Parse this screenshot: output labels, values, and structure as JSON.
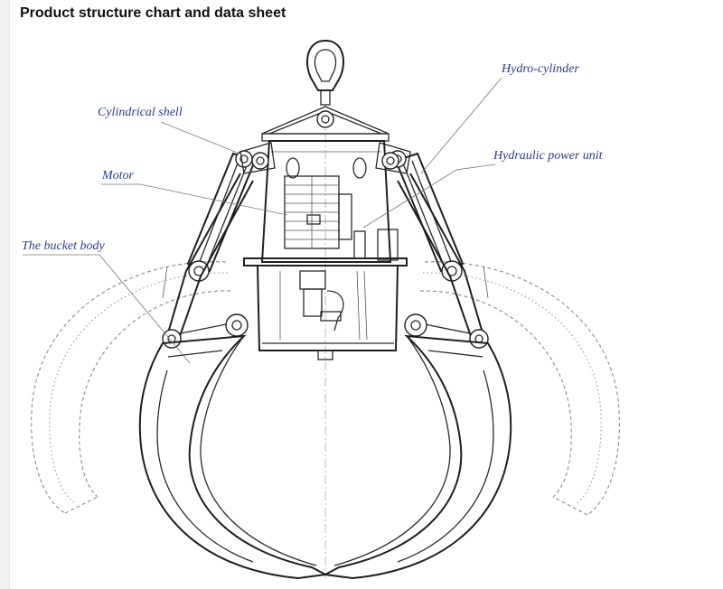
{
  "header": {
    "title": "Product structure chart and data sheet"
  },
  "diagram": {
    "labels": {
      "cylindrical_shell": "Cylindrical shell",
      "motor": "Motor",
      "bucket_body": "The bucket body",
      "hydro_cylinder": "Hydro-cylinder",
      "hydraulic_power_unit": "Hydraulic power unit"
    },
    "colors": {
      "label_text": "#2b3a8f",
      "line_art": "#2a2a2a",
      "background": "#ffffff"
    }
  }
}
